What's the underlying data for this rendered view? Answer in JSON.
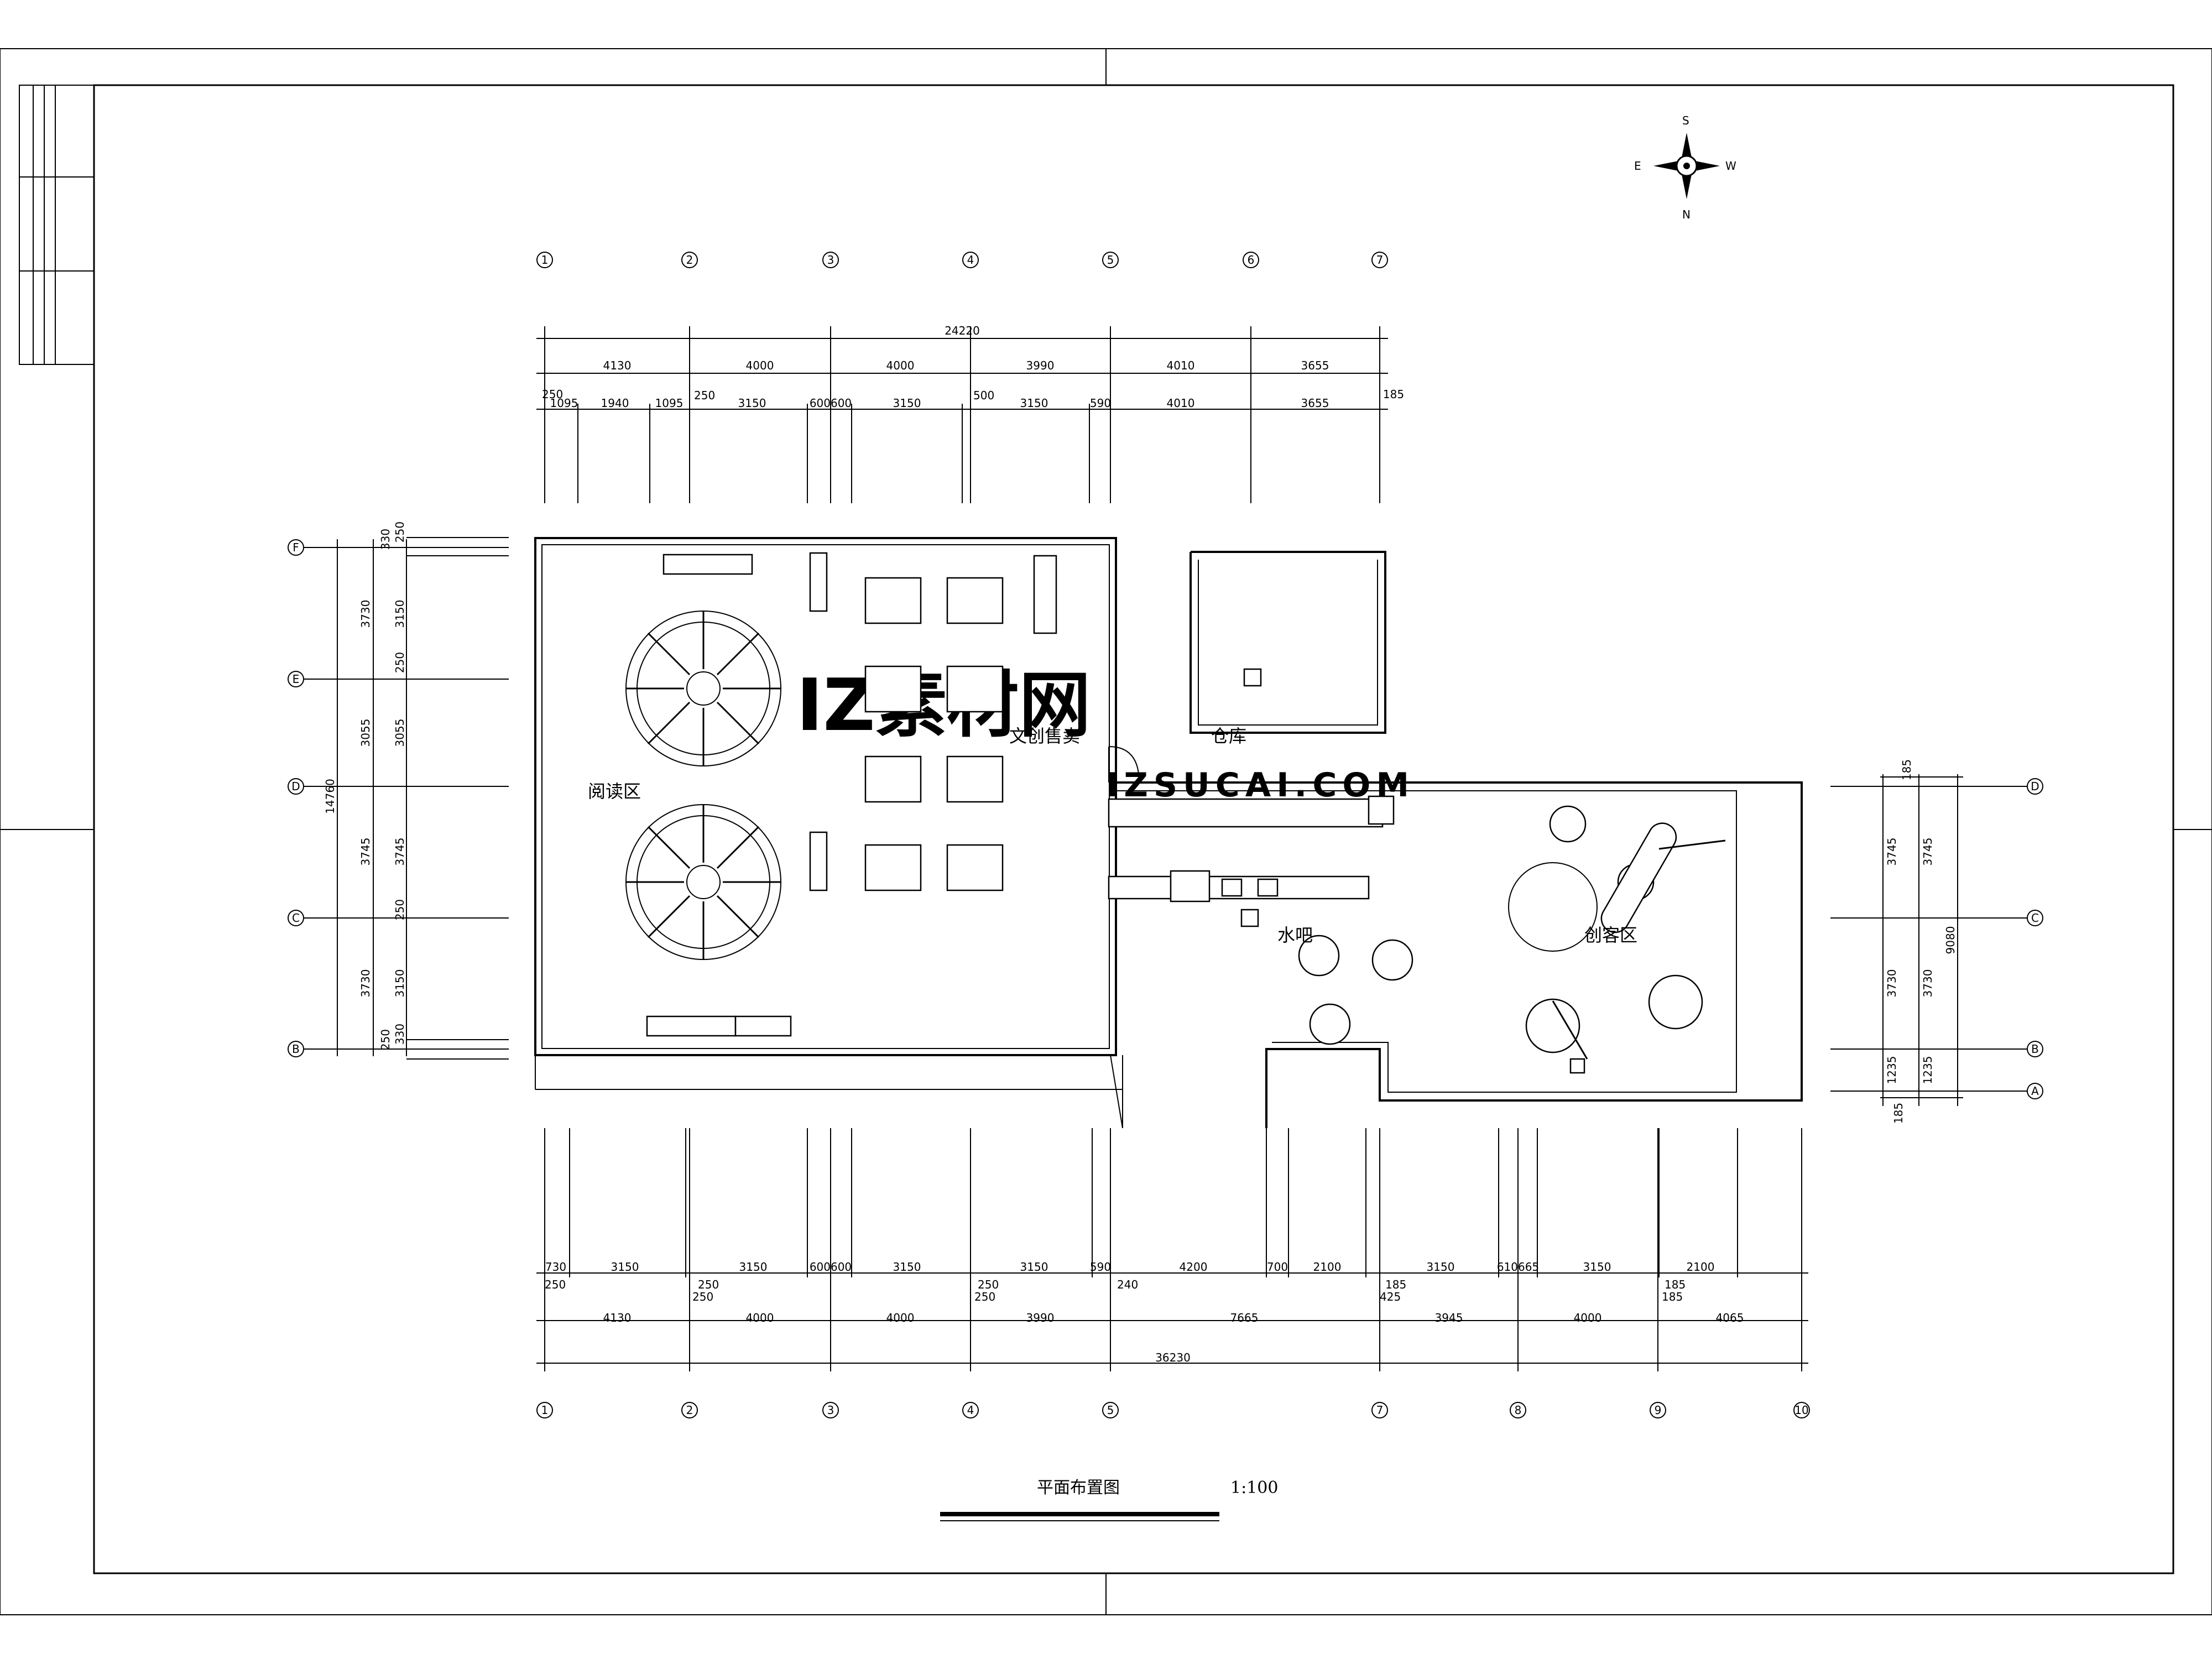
{
  "compass": {
    "north": "N",
    "south": "S",
    "east": "E",
    "west": "W"
  },
  "grid": {
    "top_axes": [
      "1",
      "2",
      "3",
      "4",
      "5",
      "6",
      "7"
    ],
    "bottom_axes": [
      "1",
      "2",
      "3",
      "4",
      "5",
      "7",
      "8",
      "9",
      "10"
    ],
    "left_axes": [
      "F",
      "E",
      "D",
      "C",
      "B"
    ],
    "right_axes": [
      "D",
      "C",
      "B",
      "A"
    ]
  },
  "dimensions": {
    "top_total": "24220",
    "top_row1": [
      "4130",
      "4000",
      "4000",
      "3990",
      "4010",
      "3655"
    ],
    "top_row2": [
      "1095",
      "1940",
      "1095",
      "3150",
      "600600",
      "3150",
      "3150",
      "590",
      "4010",
      "3655",
      "185"
    ],
    "top_row2_small": [
      "250",
      "250",
      "500"
    ],
    "bottom_row1": [
      "730",
      "3150",
      "3150",
      "600600",
      "3150",
      "3150",
      "590",
      "4200",
      "700",
      "2100",
      "3150",
      "610665",
      "3150",
      "2100"
    ],
    "bottom_row1_small": [
      "250",
      "250",
      "250",
      "250",
      "250",
      "240",
      "185",
      "425",
      "185",
      "185"
    ],
    "bottom_row2": [
      "4130",
      "4000",
      "4000",
      "3990",
      "7665",
      "3945",
      "4000",
      "4065"
    ],
    "bottom_total": "36230",
    "left_outer": [
      "3730",
      "3055",
      "3745",
      "3730"
    ],
    "left_inner": [
      "3150",
      "3055",
      "3745",
      "3150"
    ],
    "left_small": [
      "330",
      "250",
      "250",
      "250",
      "250",
      "330"
    ],
    "left_total": "14760",
    "right_outer": [
      "3745",
      "3730",
      "1235"
    ],
    "right_inner": [
      "3745",
      "3730",
      "1235"
    ],
    "right_small": [
      "185",
      "185"
    ],
    "right_total": "9080"
  },
  "rooms": {
    "reading": "阅读区",
    "shop": "文创售卖",
    "storage": "仓库",
    "water_bar": "水吧",
    "maker": "创客区"
  },
  "title_block": {
    "title": "平面布置图",
    "scale": "1:100"
  },
  "watermark": {
    "main": "IZ素材网",
    "sub": "IZSUCAI.COM"
  }
}
